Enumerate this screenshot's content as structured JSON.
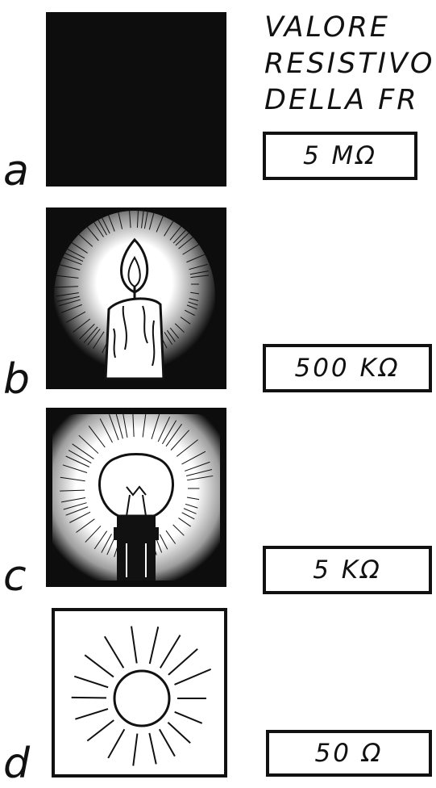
{
  "heading": {
    "line1": "VALORE",
    "line2": "RESISTIVO",
    "line3": "DELLA FR"
  },
  "rows": [
    {
      "letter": "a",
      "value": "5  MΩ"
    },
    {
      "letter": "b",
      "value": "500  KΩ"
    },
    {
      "letter": "c",
      "value": "5  KΩ"
    },
    {
      "letter": "d",
      "value": "50  Ω"
    }
  ],
  "colors": {
    "ink": "#111111",
    "paper": "#ffffff"
  }
}
